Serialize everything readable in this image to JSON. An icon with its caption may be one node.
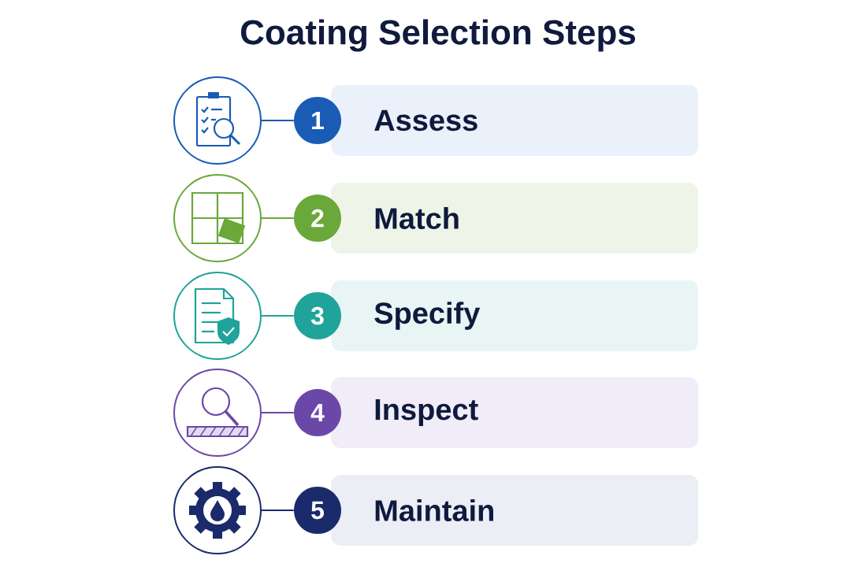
{
  "diagram": {
    "title": "Coating Selection Steps",
    "nodes": [
      {
        "text": [],
        "shape": "circle"
      },
      {
        "text": [
          "1"
        ]
      },
      {
        "text": [
          "Assess"
        ]
      },
      {
        "text": [],
        "shape": "circle"
      },
      {
        "text": [
          "2"
        ]
      },
      {
        "text": [
          "Match"
        ]
      },
      {
        "text": [],
        "shape": "circle"
      },
      {
        "text": [
          "3"
        ]
      },
      {
        "text": [
          "Specify"
        ]
      },
      {
        "text": [],
        "shape": "circle"
      },
      {
        "text": [
          "4"
        ]
      },
      {
        "text": [
          "Inspect"
        ]
      },
      {
        "text": [],
        "shape": "circle"
      },
      {
        "text": [
          "5"
        ]
      },
      {
        "text": [
          "Maintain"
        ]
      }
    ],
    "edges": [
      {
        "from": 0,
        "to": 1,
        "arrow": "none",
        "color": "#1a5bb5"
      },
      {
        "from": 3,
        "to": 4,
        "arrow": "none",
        "color": "#6aa83a"
      },
      {
        "from": 6,
        "to": 7,
        "arrow": "none",
        "color": "#1fa39a"
      },
      {
        "from": 9,
        "to": 10,
        "arrow": "none",
        "color": "#6b48a8"
      },
      {
        "from": 12,
        "to": 13,
        "arrow": "none",
        "color": "#1b2a6b"
      }
    ]
  }
}
